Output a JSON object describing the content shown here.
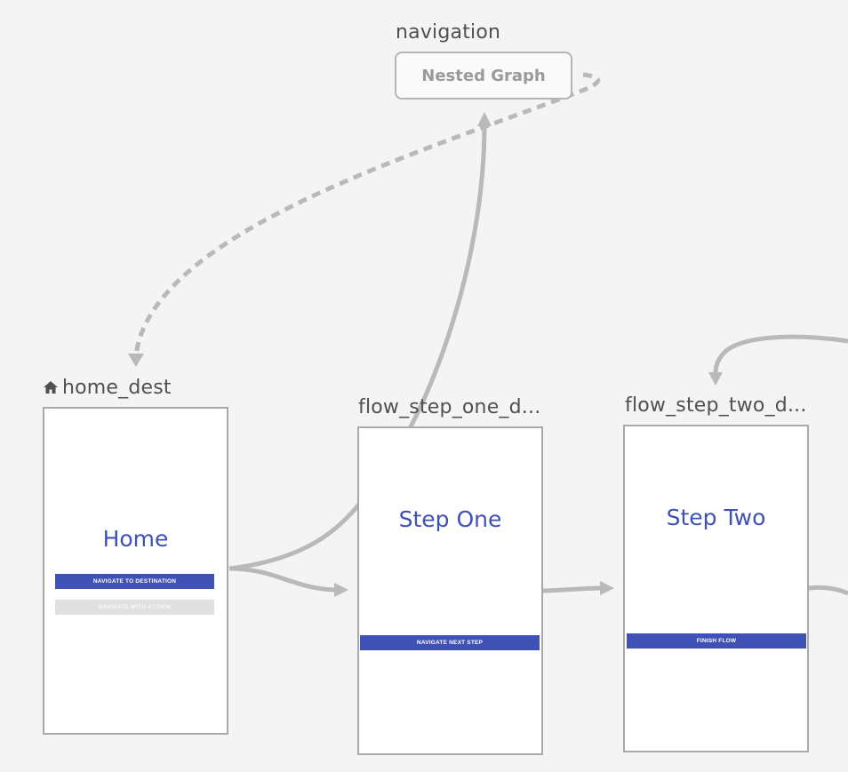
{
  "graph": {
    "nested_label": "navigation",
    "nested_box_text": "Nested Graph"
  },
  "destinations": {
    "home": {
      "label": "home_dest",
      "title": "Home",
      "buttons": [
        "NAVIGATE TO DESTINATION",
        "NAVIGATE WITH ACTION"
      ]
    },
    "step_one": {
      "label": "flow_step_one_d...",
      "title": "Step One",
      "buttons": [
        "NAVIGATE NEXT STEP"
      ]
    },
    "step_two": {
      "label": "flow_step_two_d...",
      "title": "Step Two",
      "buttons": [
        "FINISH FLOW"
      ]
    }
  },
  "icons": {
    "start_destination": "home-icon"
  },
  "colors": {
    "background": "#f4f4f4",
    "accent": "#3f51b5",
    "edge": "#b9b9b9",
    "disabled_button": "#e0e0e0"
  }
}
